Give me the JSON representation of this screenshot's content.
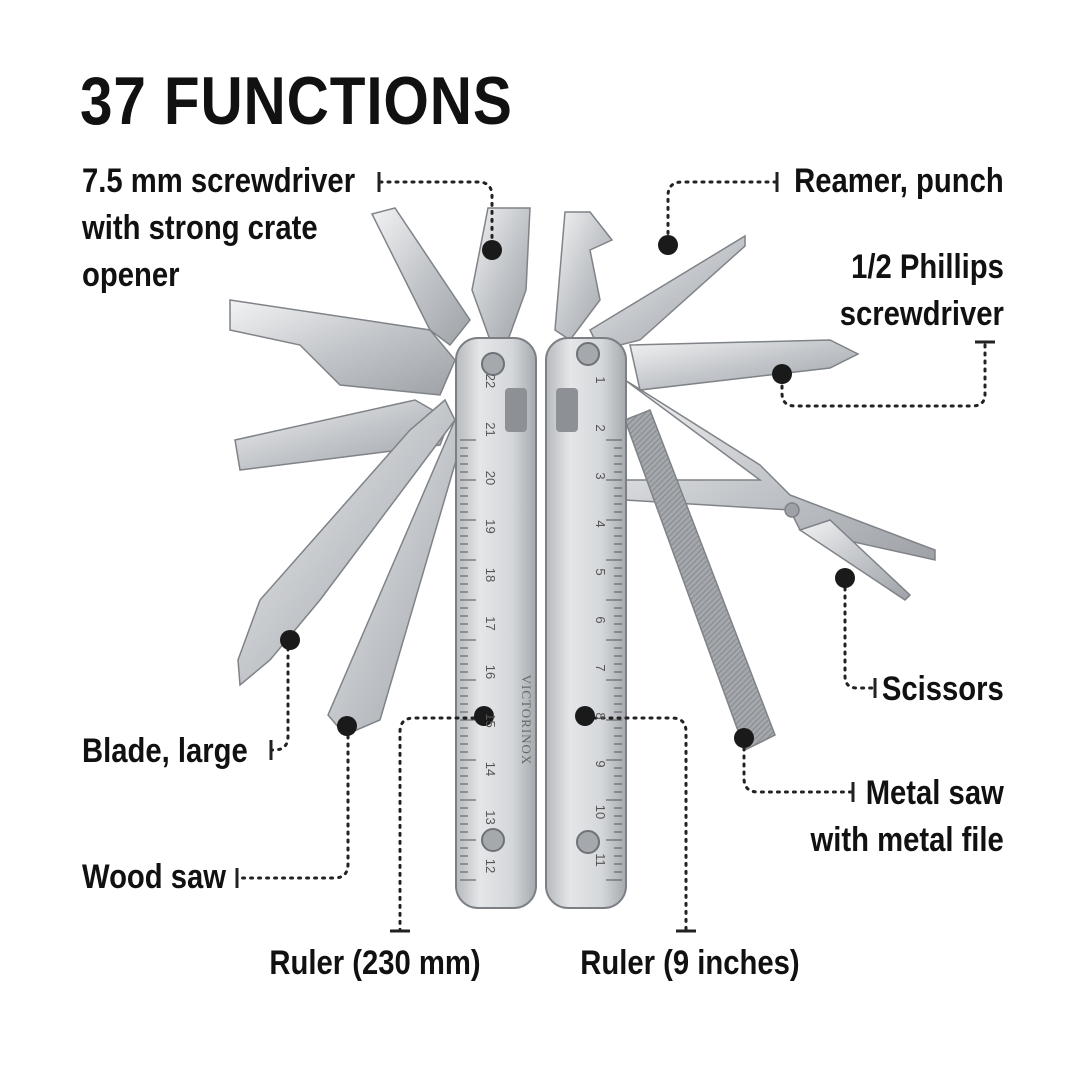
{
  "title": "37 FUNCTIONS",
  "labels": {
    "screwdriver": [
      "7.5 mm screwdriver",
      "with strong crate",
      "opener"
    ],
    "reamer": "Reamer, punch",
    "phillips": [
      "1/2 Phillips",
      "screwdriver"
    ],
    "scissors": "Scissors",
    "blade": "Blade, large",
    "wood_saw": "Wood saw",
    "metal_saw": [
      "Metal saw",
      "with metal file"
    ],
    "ruler_mm": "Ruler (230 mm)",
    "ruler_in": "Ruler (9 inches)"
  },
  "brand": "VICTORINOX",
  "ruler_mm_ticks": [
    "12",
    "13",
    "14",
    "15",
    "16",
    "17",
    "18",
    "19",
    "20",
    "21",
    "22"
  ],
  "ruler_in_ticks": [
    "1",
    "2",
    "3",
    "4",
    "5",
    "6",
    "7",
    "8",
    "9",
    "10",
    "11"
  ],
  "colors": {
    "text": "#111111",
    "leader": "#222222",
    "steel": "#c9ccd0",
    "steel_dark": "#8d9196"
  }
}
